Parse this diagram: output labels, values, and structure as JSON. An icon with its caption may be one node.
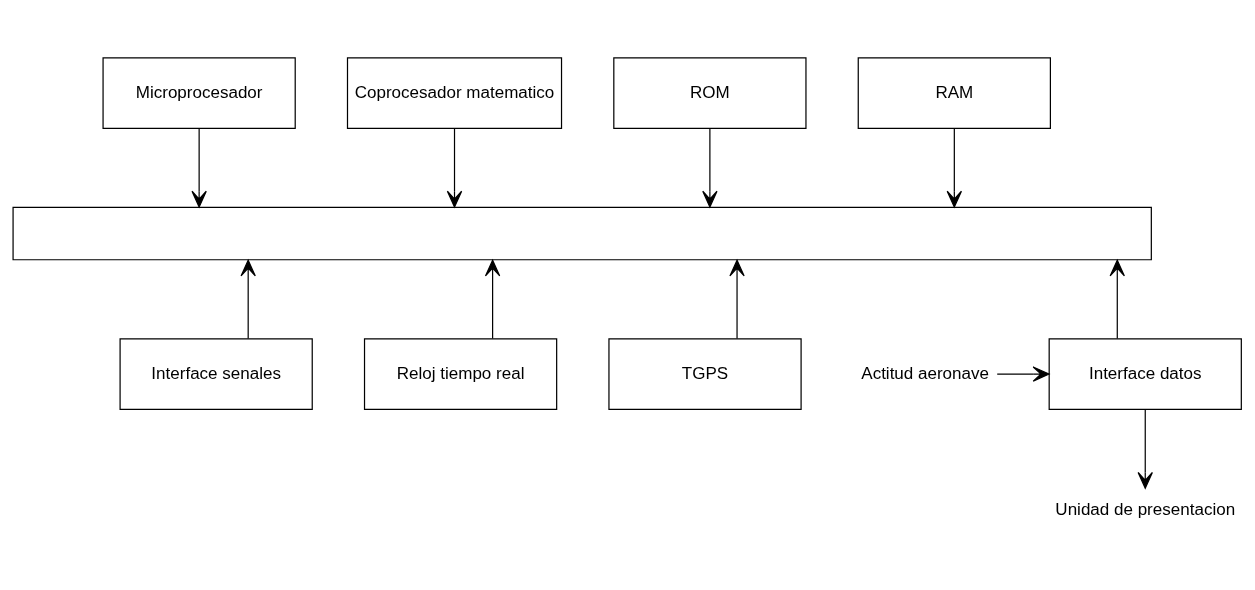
{
  "diagram": {
    "nodes": [
      {
        "text": [
          "Microprocesador"
        ]
      },
      {
        "text": [
          "Coprocesador matematico"
        ]
      },
      {
        "text": [
          "ROM"
        ]
      },
      {
        "text": [
          "RAM"
        ]
      },
      {
        "text": [],
        "shape": "box"
      },
      {
        "text": [
          "Interface senales"
        ]
      },
      {
        "text": [
          "Reloj tiempo real"
        ]
      },
      {
        "text": [
          "TGPS"
        ]
      },
      {
        "text": [
          "Interface datos"
        ]
      },
      {
        "text": [
          "Actitud aeronave"
        ]
      },
      {
        "text": [
          "Unidad de presentacion"
        ]
      }
    ],
    "edges": [
      {
        "from": 0,
        "to": 4,
        "arrow": "to"
      },
      {
        "from": 1,
        "to": 4,
        "arrow": "to"
      },
      {
        "from": 2,
        "to": 4,
        "arrow": "to"
      },
      {
        "from": 3,
        "to": 4,
        "arrow": "to"
      },
      {
        "from": 5,
        "to": 4,
        "arrow": "to"
      },
      {
        "from": 6,
        "to": 4,
        "arrow": "to"
      },
      {
        "from": 7,
        "to": 4,
        "arrow": "to"
      },
      {
        "from": 8,
        "to": 4,
        "arrow": "to"
      },
      {
        "from": 9,
        "to": 8,
        "arrow": "to"
      },
      {
        "from": 8,
        "to": 10,
        "arrow": "to"
      }
    ]
  }
}
